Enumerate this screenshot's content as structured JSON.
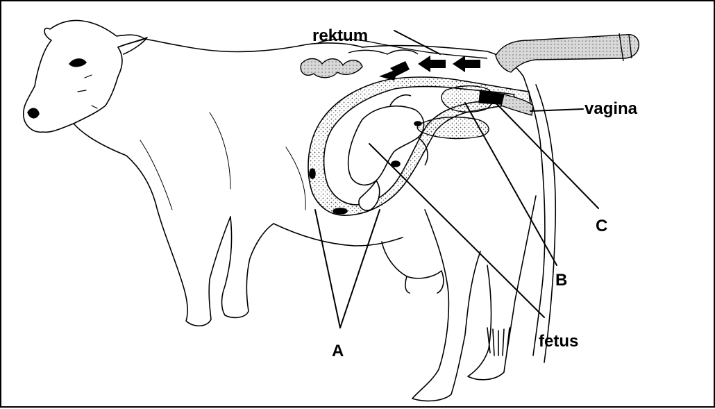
{
  "labels": {
    "rectum": "rektum",
    "vagina": "vagina",
    "c": "C",
    "b": "B",
    "fetus": "fetus",
    "a": "A"
  },
  "colors": {
    "line": "#000000",
    "fill": "#ffffff",
    "stipple": "#9a9a9a",
    "arrow": "#000000"
  }
}
